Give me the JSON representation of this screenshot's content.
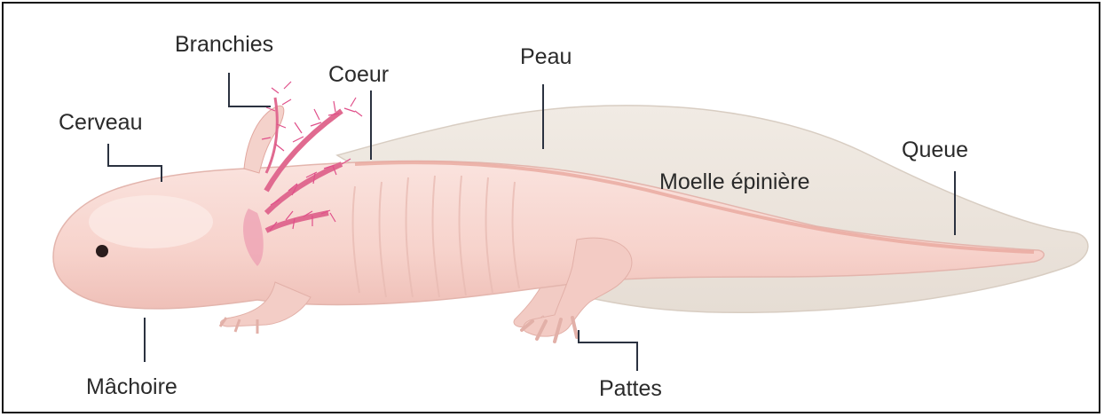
{
  "labels": {
    "branchies": "Branchies",
    "coeur": "Coeur",
    "peau": "Peau",
    "cerveau": "Cerveau",
    "queue": "Queue",
    "moelle": "Moelle épinière",
    "machoire": "Mâchoire",
    "pattes": "Pattes"
  },
  "colors": {
    "body": "#f8d8d2",
    "body_shade": "#efc0b8",
    "skin_fin": "#ede5dc",
    "gills": "#e0508a",
    "leader_line": "#2b3240",
    "text": "#2a2a2a"
  }
}
